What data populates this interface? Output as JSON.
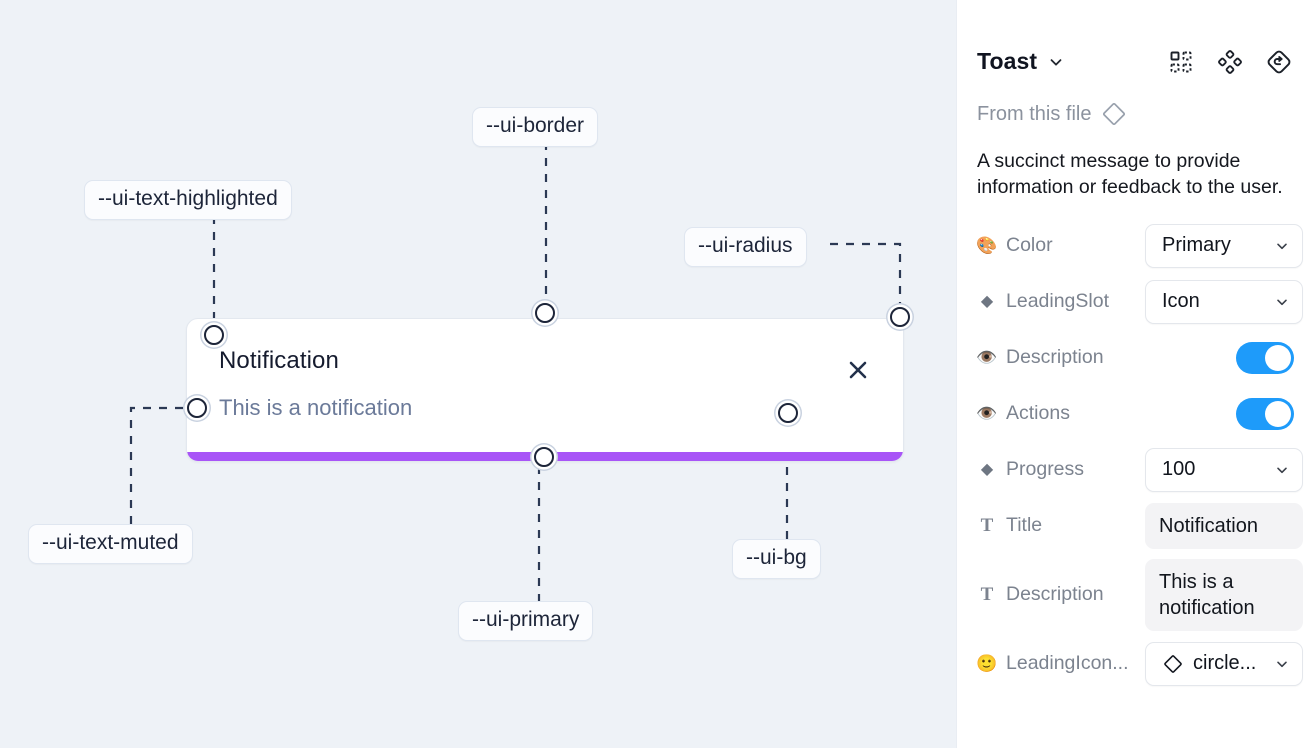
{
  "canvas": {
    "background_color": "#eef2f7",
    "toast": {
      "title": "Notification",
      "description": "This is a notification",
      "close_icon": "close-x-icon",
      "progress_color": "#a855f7",
      "background_color": "#ffffff"
    },
    "annotations": [
      {
        "id": "ui-text-highlighted",
        "label": "--ui-text-highlighted"
      },
      {
        "id": "ui-border",
        "label": "--ui-border"
      },
      {
        "id": "ui-radius",
        "label": "--ui-radius"
      },
      {
        "id": "ui-text-muted",
        "label": "--ui-text-muted"
      },
      {
        "id": "ui-bg",
        "label": "--ui-bg"
      },
      {
        "id": "ui-primary",
        "label": "--ui-primary"
      }
    ]
  },
  "panel": {
    "title": "Toast",
    "title_chevron_icon": "chevron-down-icon",
    "header_icons": [
      {
        "name": "component-grid-icon"
      },
      {
        "name": "four-diamond-icon"
      },
      {
        "name": "reset-rotate-icon"
      }
    ],
    "from_file": {
      "label": "From this file",
      "icon": "diamond-outline-icon"
    },
    "description": "A succinct message to provide information or feedback to the user.",
    "properties": [
      {
        "icon": "palette-emoji",
        "glyph": "🎨",
        "label": "Color",
        "control": "select",
        "value": "Primary"
      },
      {
        "icon": "diamond-filled-icon",
        "glyph": "◆",
        "label": "LeadingSlot",
        "control": "select",
        "value": "Icon"
      },
      {
        "icon": "eye-emoji",
        "glyph": "👁️",
        "label": "Description",
        "control": "toggle",
        "value": "on"
      },
      {
        "icon": "eye-emoji",
        "glyph": "👁️",
        "label": "Actions",
        "control": "toggle",
        "value": "on"
      },
      {
        "icon": "diamond-filled-icon",
        "glyph": "◆",
        "label": "Progress",
        "control": "select",
        "value": "100"
      },
      {
        "icon": "text-t-icon",
        "glyph": "T",
        "label": "Title",
        "control": "text",
        "value": "Notification"
      },
      {
        "icon": "text-t-icon",
        "glyph": "T",
        "label": "Description",
        "control": "text",
        "value": "This is a notification"
      },
      {
        "icon": "smiley-emoji",
        "glyph": "🙂",
        "label": "LeadingIcon...",
        "control": "icon-select",
        "value": "circle..."
      }
    ],
    "toggle_on_color": "#1e9bfa"
  }
}
